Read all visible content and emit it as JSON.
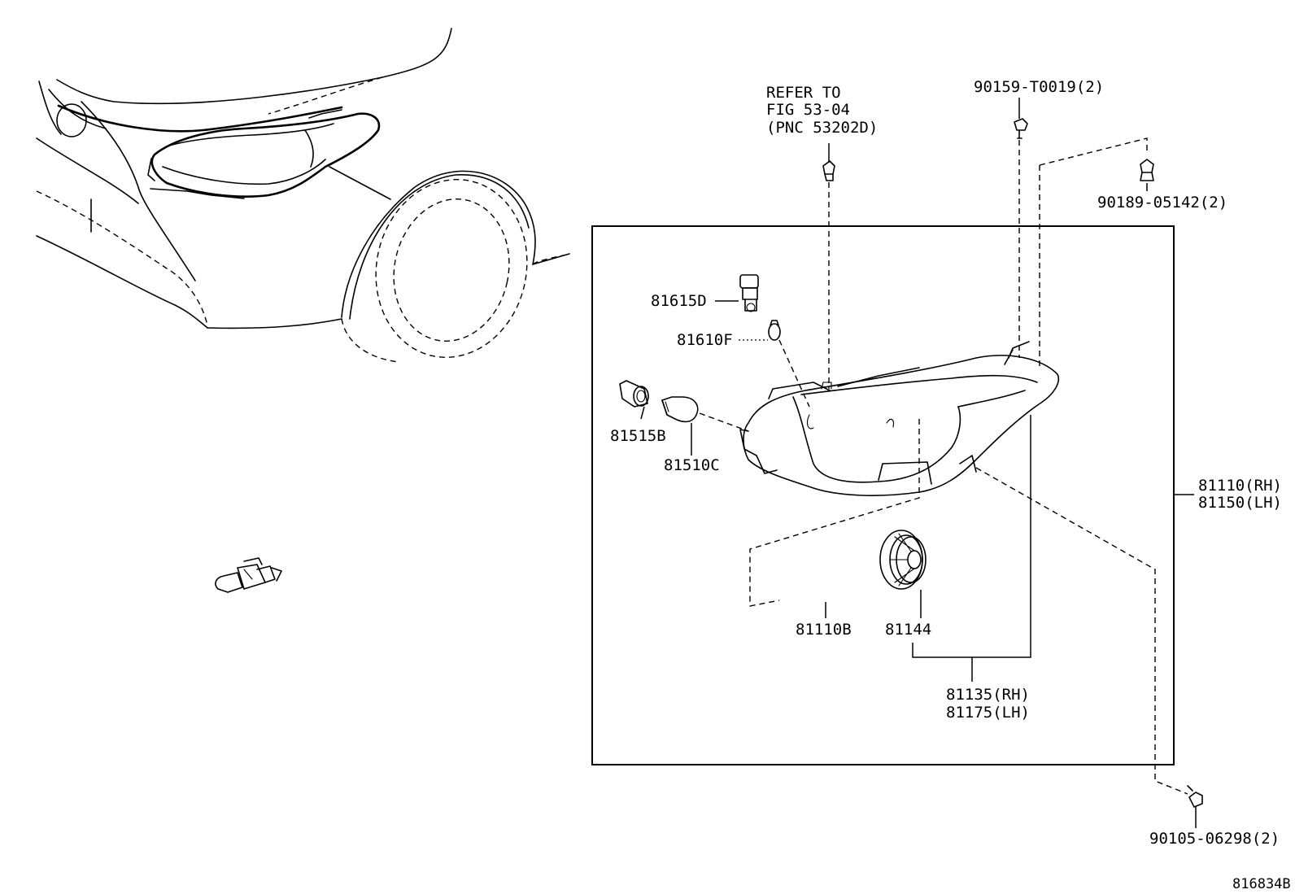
{
  "figure_id": "816834B",
  "refer_note": {
    "line1": "REFER TO",
    "line2": "FIG 53-04",
    "line3": "(PNC 53202D)"
  },
  "parts": {
    "bolt_top": "90159-T0019(2)",
    "clip_top": "90189-05142(2)",
    "bolt_bottom": "90105-06298(2)",
    "socket_top": "81615D",
    "bulb_small": "81610F",
    "socket_left": "81515B",
    "bulb_turn": "81510C",
    "headlamp_rh": "81110(RH)",
    "headlamp_lh": "81150(LH)",
    "bulb_main": "81110B",
    "cap": "81144",
    "unit_rh": "81135(RH)",
    "unit_lh": "81175(LH)"
  }
}
